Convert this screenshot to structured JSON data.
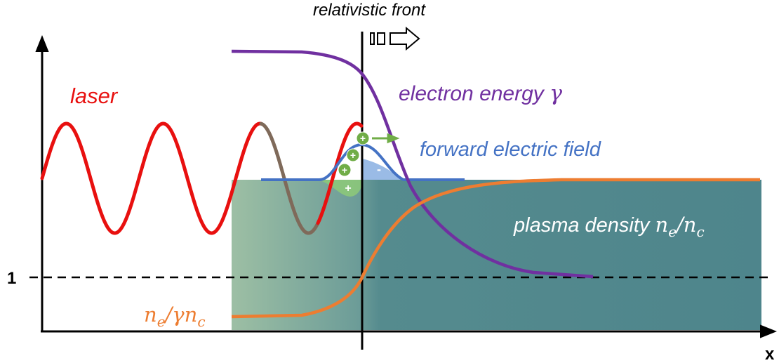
{
  "labels": {
    "front": "relativistic front",
    "laser": "laser",
    "gamma_text": "electron energy ",
    "gamma_sym": "γ",
    "field": "forward electric field",
    "density_text": "plasma density ",
    "density_math": "n",
    "density_sub_e": "e",
    "density_slash": "/n",
    "density_sub_c": "c",
    "ratio_n": "n",
    "ratio_sub_e": "e",
    "ratio_mid": "/γn",
    "ratio_sub_c": "c",
    "one": "1",
    "xaxis": "x",
    "plus": "+",
    "minus": "-"
  },
  "colors": {
    "laser": "#e8100f",
    "laser_in_plasma": "#7f6a5a",
    "gamma": "#7030a0",
    "field": "#4472c4",
    "ratio": "#ed7d31",
    "plasma_dark": "#4e858c",
    "plasma_light": "#9dbfa4",
    "ion": "#70ad47",
    "white": "#ffffff",
    "black": "#000000"
  }
}
